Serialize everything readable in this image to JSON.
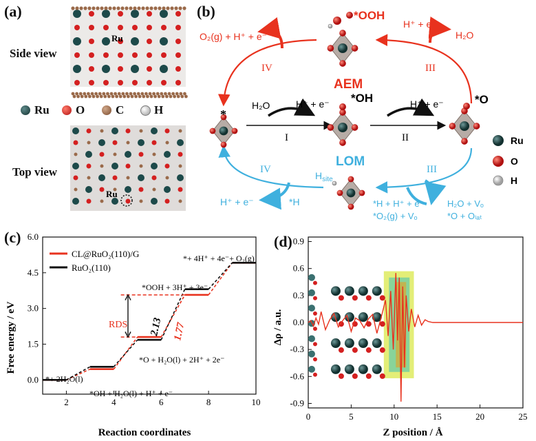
{
  "panel_a": {
    "letter": "(a)",
    "side_view": "Side view",
    "top_view": "Top view",
    "ru_label": "Ru",
    "legend": [
      {
        "symbol": "Ru",
        "color": "#1d4a4a"
      },
      {
        "symbol": "O",
        "color": "#d42020"
      },
      {
        "symbol": "C",
        "color": "#9a6a4a"
      },
      {
        "symbol": "H",
        "color": "#f2f2f2"
      }
    ]
  },
  "panel_b": {
    "letter": "(b)",
    "aem": "AEM",
    "lom": "LOM",
    "steps": {
      "I": "I",
      "II": "II",
      "III": "III",
      "IV": "IV"
    },
    "species": {
      "star": "*",
      "ooh": "*OOH",
      "oh": "*OH",
      "o": "*O",
      "hsite": "H",
      "hsite_sub": "site"
    },
    "reactions": {
      "h2o": "H₂O",
      "hplus_e": "H⁺ + e⁻",
      "o2_release": "O₂(g) + H⁺ + e⁻",
      "lom_iv_h": "*H",
      "lom_iii_left_1": "*H + H⁺ + e⁻",
      "lom_iii_left_2": "*O₂(g) + Vₒ",
      "lom_iii_right_1": "H₂O + Vₒ",
      "lom_iii_right_2": "*O + Oₗₐₜ"
    },
    "legend": [
      {
        "symbol": "Ru",
        "color": "#1d4a4a"
      },
      {
        "symbol": "O",
        "color": "#d42020"
      },
      {
        "symbol": "H",
        "color": "#f4f4f4"
      }
    ]
  },
  "panel_c": {
    "letter": "(c)",
    "colors": {
      "cl": "#e8321e",
      "ruo2": "#111111"
    },
    "annotations": {
      "rds": "RDS",
      "gap_black": "2.13",
      "gap_red": "1.77",
      "s1": "*+ 2H₂O(l)",
      "s2": "*OH + H₂O(l) + H⁺ + e⁻",
      "s3": "*O + H₂O(l) + 2H⁺ + 2e⁻",
      "s4": "*OOH + 3H⁺ + 3e⁻",
      "s5": "*+ 4H⁺ + 4e⁻+ O₂(g)"
    },
    "chart_data": {
      "type": "line",
      "xlabel": "Reaction coordinates",
      "ylabel": "Free energy / eV",
      "xlim": [
        1,
        10
      ],
      "ylim": [
        -0.6,
        6.0
      ],
      "xticks": [
        2,
        4,
        6,
        8,
        10
      ],
      "yticks": [
        0.0,
        1.5,
        3.0,
        4.5,
        6.0
      ],
      "ytick_labels": [
        "0.0",
        "1.5",
        "3.0",
        "4.5",
        "6.0"
      ],
      "legend_position": "top-left",
      "series": [
        {
          "name": "CL@RuO₂(110)/G",
          "levels": [
            [
              1,
              2,
              0.0
            ],
            [
              3,
              4,
              0.45
            ],
            [
              5,
              6,
              1.8
            ],
            [
              7,
              8,
              3.57
            ],
            [
              9,
              10,
              4.92
            ]
          ]
        },
        {
          "name": "RuO₂(110)",
          "levels": [
            [
              1,
              2,
              0.0
            ],
            [
              3,
              4,
              0.55
            ],
            [
              5,
              6,
              1.68
            ],
            [
              7,
              8,
              3.81
            ],
            [
              9,
              10,
              4.92
            ]
          ]
        }
      ]
    }
  },
  "panel_d": {
    "letter": "(d)",
    "chart_data": {
      "type": "line",
      "xlabel": "Z position / Å",
      "ylabel": "Δρ / a.u.",
      "xlim": [
        0,
        25
      ],
      "ylim": [
        -0.95,
        0.95
      ],
      "xticks": [
        0,
        5,
        10,
        15,
        20,
        25
      ],
      "yticks": [
        0.9,
        0.6,
        0.3,
        0.0,
        -0.3,
        -0.6,
        -0.9
      ],
      "ytick_labels": [
        "0.9",
        "0.6",
        "0.3",
        "0.0",
        "-0.3",
        "-0.6",
        "-0.9"
      ],
      "series": [
        {
          "x": [
            0,
            0.3,
            0.6,
            0.9,
            1.2,
            1.5,
            2.0,
            2.5,
            3.0,
            3.5,
            4.0,
            4.5,
            5.0,
            5.5,
            6.0,
            6.5,
            7.0,
            7.5,
            8.0,
            8.5,
            9.0,
            9.3,
            9.6,
            9.9,
            10.2,
            10.4,
            10.6,
            10.8,
            11.0,
            11.2,
            11.4,
            11.7,
            12.0,
            12.4,
            12.8,
            13.2,
            13.6,
            14.0,
            14.5,
            15,
            16,
            17,
            18,
            19,
            20,
            21,
            22,
            23,
            24,
            25
          ],
          "y": [
            0,
            0.02,
            -0.04,
            0.05,
            -0.02,
            0.12,
            -0.08,
            0.03,
            0.1,
            -0.05,
            0.02,
            0.08,
            -0.1,
            0.05,
            0.02,
            -0.06,
            0.04,
            0.09,
            -0.12,
            0.06,
            0.25,
            -0.15,
            0.35,
            -0.3,
            0.55,
            -0.2,
            0.5,
            -0.88,
            0.4,
            -0.5,
            0.3,
            -0.1,
            0.15,
            -0.05,
            0.08,
            -0.03,
            0.03,
            0.01,
            0.0,
            0,
            0,
            0,
            0,
            0,
            0,
            0,
            0,
            0,
            0,
            0
          ]
        }
      ]
    }
  }
}
